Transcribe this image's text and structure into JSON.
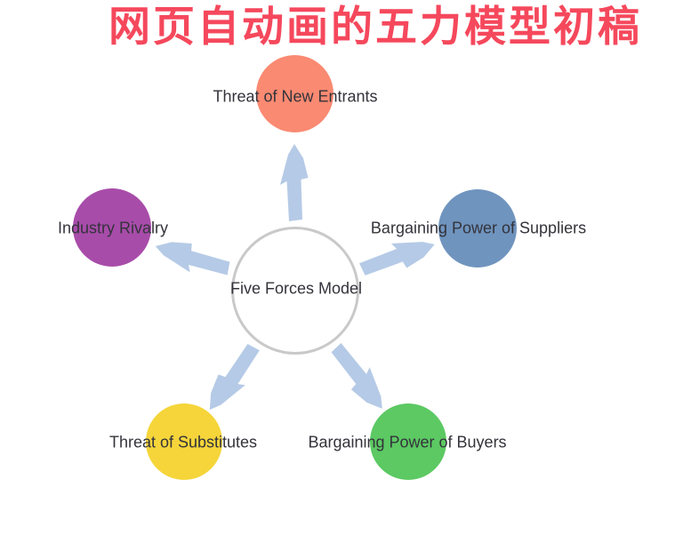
{
  "title": {
    "text": "网页自动画的五力模型初稿",
    "color": "#f5485c"
  },
  "labels": {
    "color": "#33333b"
  },
  "center": {
    "label": "Five Forces Model",
    "fill": "#ffffff",
    "border_color": "#c9c9c9"
  },
  "nodes": [
    {
      "id": "new-entrants",
      "label": "Threat of New Entrants",
      "color": "#fa8a72"
    },
    {
      "id": "suppliers",
      "label": "Bargaining Power of Suppliers",
      "color": "#6f94be"
    },
    {
      "id": "rivalry",
      "label": "Industry Rivalry",
      "color": "#a84caa"
    },
    {
      "id": "substitutes",
      "label": "Threat of Substitutes",
      "color": "#f5d53a"
    },
    {
      "id": "buyers",
      "label": "Bargaining Power of Buyers",
      "color": "#5cc963"
    }
  ],
  "arrows": {
    "color": "#b5cae6",
    "icons": [
      "arrow-up-icon",
      "arrow-upper-right-icon",
      "arrow-upper-left-icon",
      "arrow-lower-left-icon",
      "arrow-lower-right-icon"
    ]
  }
}
